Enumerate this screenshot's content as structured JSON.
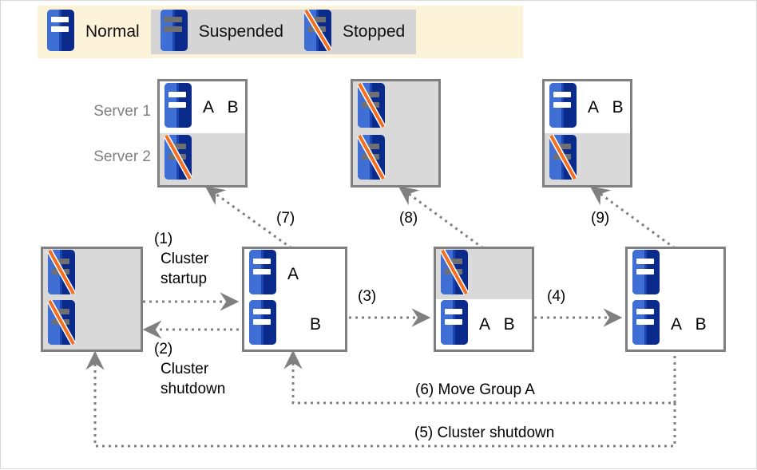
{
  "legend": {
    "items": [
      {
        "label": "Normal",
        "state": "normal",
        "shaded": false,
        "icon": "server-normal-icon"
      },
      {
        "label": "Suspended",
        "state": "suspended",
        "shaded": true,
        "icon": "server-suspended-icon"
      },
      {
        "label": "Stopped",
        "state": "stopped",
        "shaded": true,
        "icon": "server-stopped-icon"
      }
    ]
  },
  "axis_labels": {
    "server1": "Server 1",
    "server2": "Server 2"
  },
  "colors": {
    "legend_background": "#fdf3d9",
    "shaded_background": "#d5d5d5",
    "box_border": "#808080",
    "row_gray": "#d9d9d9",
    "server_blue_dark": "#0b2b8c",
    "server_blue_light": "#3f6fd4",
    "server_bar_white": "#ffffff",
    "server_bar_gray": "#6f7072",
    "stopped_slash": "#f26e21",
    "label_gray": "#808080",
    "arrow_gray": "#808080"
  },
  "states": {
    "top_left": {
      "name": "state-server2-stopped-top",
      "server1": {
        "state": "normal",
        "groups": "A B"
      },
      "server2": {
        "state": "stopped",
        "groups": ""
      }
    },
    "top_mid": {
      "name": "state-both-stopped-top",
      "server1": {
        "state": "stopped",
        "groups": ""
      },
      "server2": {
        "state": "stopped",
        "groups": ""
      }
    },
    "top_right": {
      "name": "state-server2-stopped-top-right",
      "server1": {
        "state": "normal",
        "groups": "A B"
      },
      "server2": {
        "state": "stopped",
        "groups": ""
      }
    },
    "bot_1": {
      "name": "state-cluster-stopped",
      "server1": {
        "state": "stopped",
        "groups": ""
      },
      "server2": {
        "state": "stopped",
        "groups": ""
      }
    },
    "bot_2": {
      "name": "state-groups-split",
      "server1": {
        "state": "normal",
        "groups": "A"
      },
      "server2": {
        "state": "normal",
        "groups": "B"
      }
    },
    "bot_3": {
      "name": "state-server1-stopped",
      "server1": {
        "state": "stopped",
        "groups": ""
      },
      "server2": {
        "state": "normal",
        "groups": "A B"
      }
    },
    "bot_4": {
      "name": "state-groups-merged",
      "server1": {
        "state": "normal",
        "groups": ""
      },
      "server2": {
        "state": "normal",
        "groups": "A B"
      }
    }
  },
  "transitions": {
    "t1": {
      "number": "(1)",
      "line1": "Cluster",
      "line2": "startup"
    },
    "t2": {
      "number": "(2)",
      "line1": "Cluster",
      "line2": "shutdown"
    },
    "t3": {
      "number": "(3)"
    },
    "t4": {
      "number": "(4)"
    },
    "t5": {
      "text": "(5) Cluster shutdown"
    },
    "t6": {
      "text": "(6) Move Group A"
    },
    "t7": {
      "number": "(7)"
    },
    "t8": {
      "number": "(8)"
    },
    "t9": {
      "number": "(9)"
    }
  }
}
